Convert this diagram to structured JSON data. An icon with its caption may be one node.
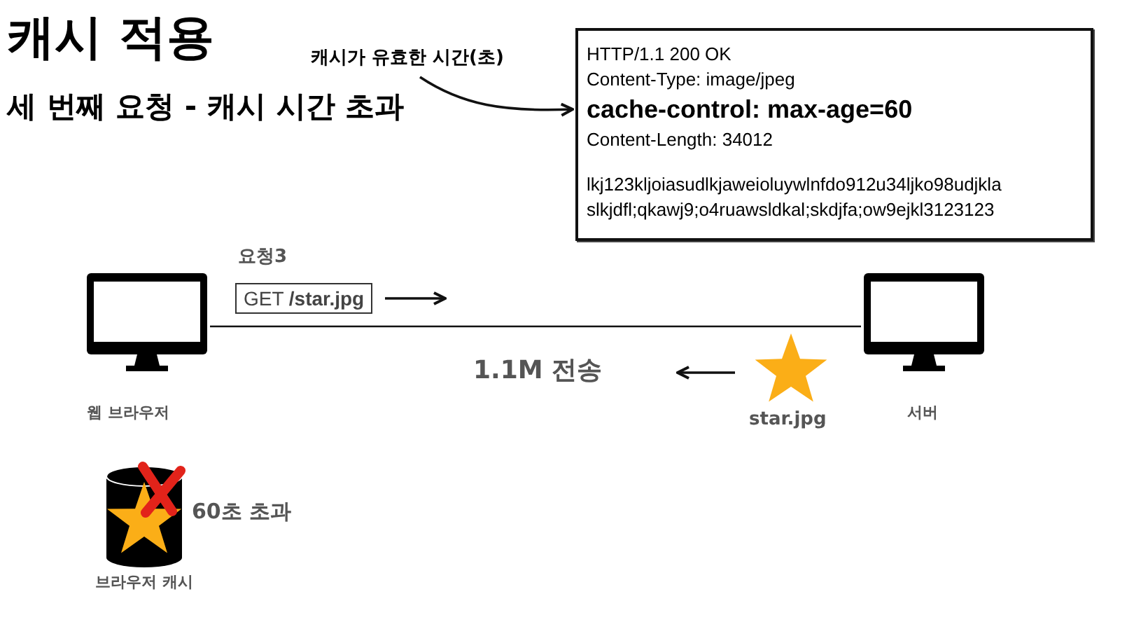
{
  "diagram": {
    "title": "캐시 적용",
    "nodes": [
      {
        "text": [],
        "shape": "monitor",
        "beside": [
          "웹 브라우저"
        ]
      },
      {
        "text": [],
        "shape": "monitor",
        "beside": [
          "서버"
        ]
      },
      {
        "text": [
          "캐시가 유효한 시간(초)"
        ]
      },
      {
        "text": [
          "HTTP/1.1 200 OK",
          "Content-Type: image/jpeg",
          "cache-control: max-age=60",
          "Content-Length: 34012",
          "lkj123kljoiasudlkjaweioluywlnfdo912u34ljko98udjkla slkjdfl;qkawj9;o4ruawsldkal;skdjfa;ow9ejkl3123123"
        ]
      },
      {
        "text": [
          "GET **/star.jpg**"
        ],
        "beside": [
          "요청3"
        ]
      }
    ],
    "edges": [
      {
        "from": 0,
        "to": 1,
        "arrow": "none"
      },
      {
        "from": 2,
        "to": 3,
        "arrow": "to"
      }
    ],
    "labels": [
      "세 번째 요청 - 캐시 시간 초과",
      "1.1M 전송",
      "star.jpg",
      "60초 초과",
      "브라우저 캐시"
    ]
  }
}
